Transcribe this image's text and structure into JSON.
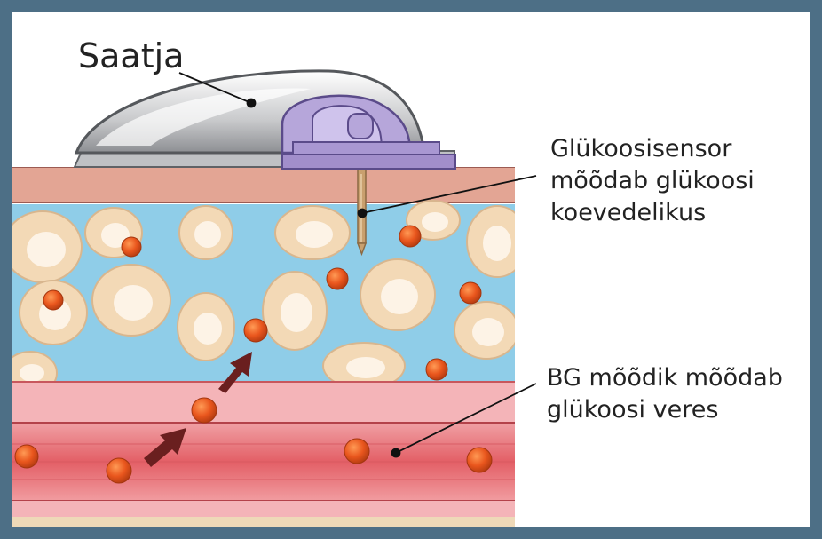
{
  "labels": {
    "transmitter": "Saatja",
    "sensor": [
      "Glükoosisensor",
      "mõõdab glükoosi",
      "koevedelikus"
    ],
    "meter": [
      "BG mõõdik mõõdab",
      "glükoosi veres"
    ]
  },
  "colors": {
    "frame": "#4d6f86",
    "interstitial_fluid": "#8fcde8",
    "skin": "#e3a594",
    "cell": "#f3d9b6",
    "vessel": "#e9636a",
    "glucose": "#e2541c",
    "arrow": "#6a1f1f"
  }
}
